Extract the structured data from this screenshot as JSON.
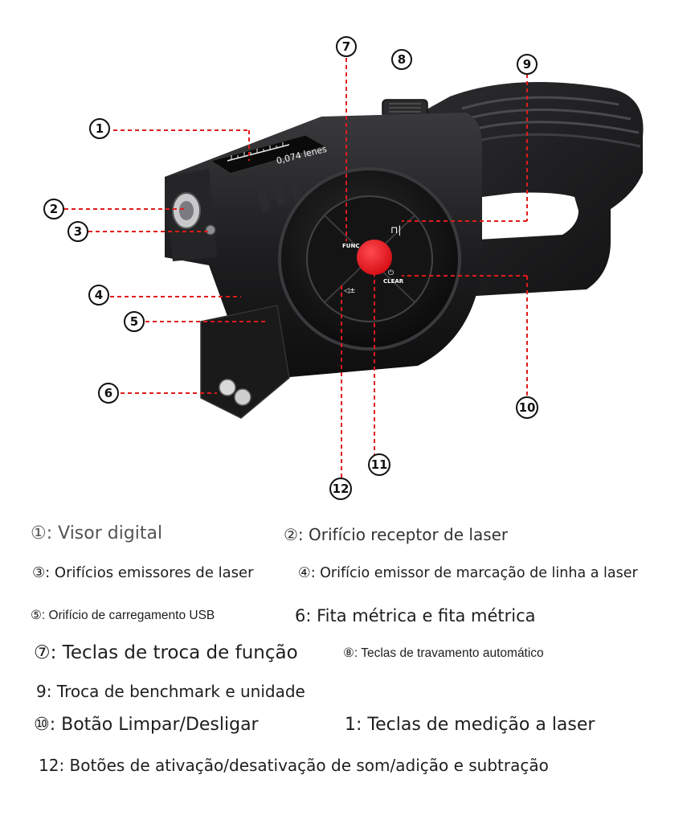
{
  "callouts": [
    "①",
    "②",
    "③",
    "④",
    "⑤",
    "⑥",
    "⑦",
    "⑧",
    "⑨",
    "⑩",
    "⑪",
    "⑫"
  ],
  "screen": {
    "reading": "0,074 lenes"
  },
  "buttons": {
    "func": "FUNC",
    "clear": "CLEAR"
  },
  "legend": [
    "①: Visor digital",
    "②: Orifício receptor de laser",
    "③: Orifícios emissores de laser",
    "④: Orifício emissor de marcação de linha a laser",
    "⑤: Orifício de carregamento USB",
    "6: Fita métrica e fita métrica",
    "⑦: Teclas de troca de função",
    "⑧: Teclas de travamento automático",
    "9: Troca de benchmark e unidade",
    "⑩: Botão Limpar/Desligar",
    "1: Teclas de medição a laser",
    "12: Botões de ativação/desativação de som/adição e subtração"
  ],
  "colors": {
    "body": "#1c1c1e",
    "body_highlight": "#3a3a3d",
    "accent_red": "#e8101a",
    "leader": "#e01b1b"
  }
}
